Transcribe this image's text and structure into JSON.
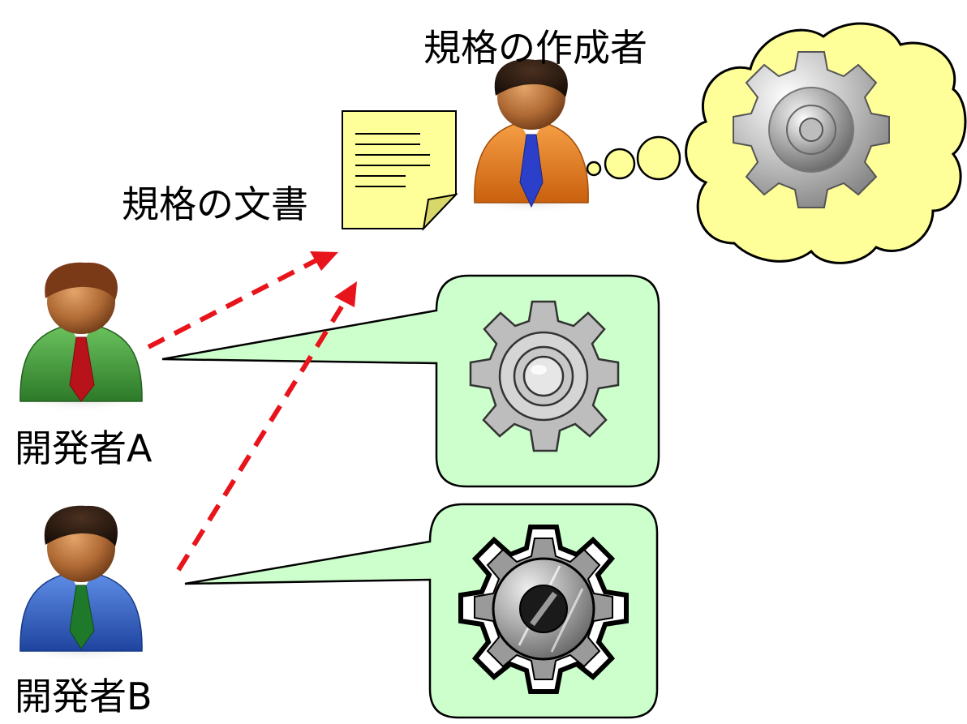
{
  "labels": {
    "author": "規格の作成者",
    "document": "規格の文書",
    "developer_a": "開発者A",
    "developer_b": "開発者B"
  },
  "colors": {
    "arrow": "#e8141b",
    "cloud_fill": "#ffff99",
    "bubble_fill": "#ccffcc",
    "document_fill": "#ffff99",
    "author_suit": "#e8811e",
    "author_tie": "#2b3fc8",
    "dev_a_suit": "#3f9a3a",
    "dev_a_tie": "#b8121a",
    "dev_b_suit": "#2f5ec4",
    "dev_b_tie": "#1e7a2a"
  },
  "icons": {
    "author": "person-icon",
    "developer_a": "person-icon",
    "developer_b": "person-icon",
    "document": "document-icon",
    "author_gear": "gear-icon",
    "developer_a_gear": "gear-icon",
    "developer_b_gear": "gear-icon"
  }
}
